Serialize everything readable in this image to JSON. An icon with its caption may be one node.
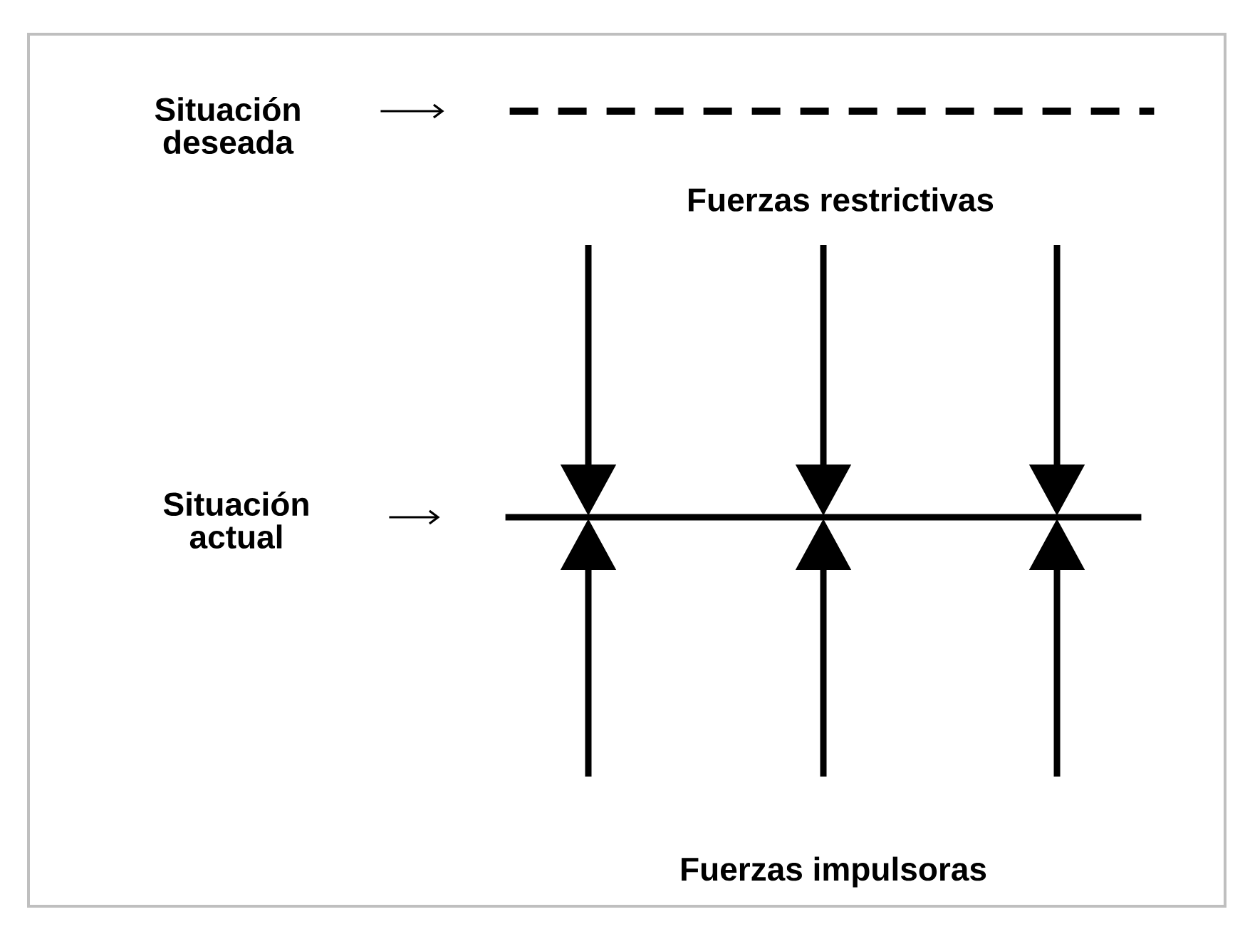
{
  "diagram": {
    "nodes": [
      {
        "text": [
          "Situación deseada"
        ]
      },
      {
        "text": [],
        "shape": "dashes"
      },
      {
        "text": [
          "Situación actual"
        ]
      },
      {
        "text": [],
        "shape": "line"
      }
    ],
    "edges": [
      {
        "from": 0,
        "to": 1,
        "arrow": "to"
      },
      {
        "from": 2,
        "to": 3,
        "arrow": "to"
      }
    ],
    "labels": [
      "Fuerzas restrictivas",
      "Fuerzas impulsoras"
    ]
  }
}
